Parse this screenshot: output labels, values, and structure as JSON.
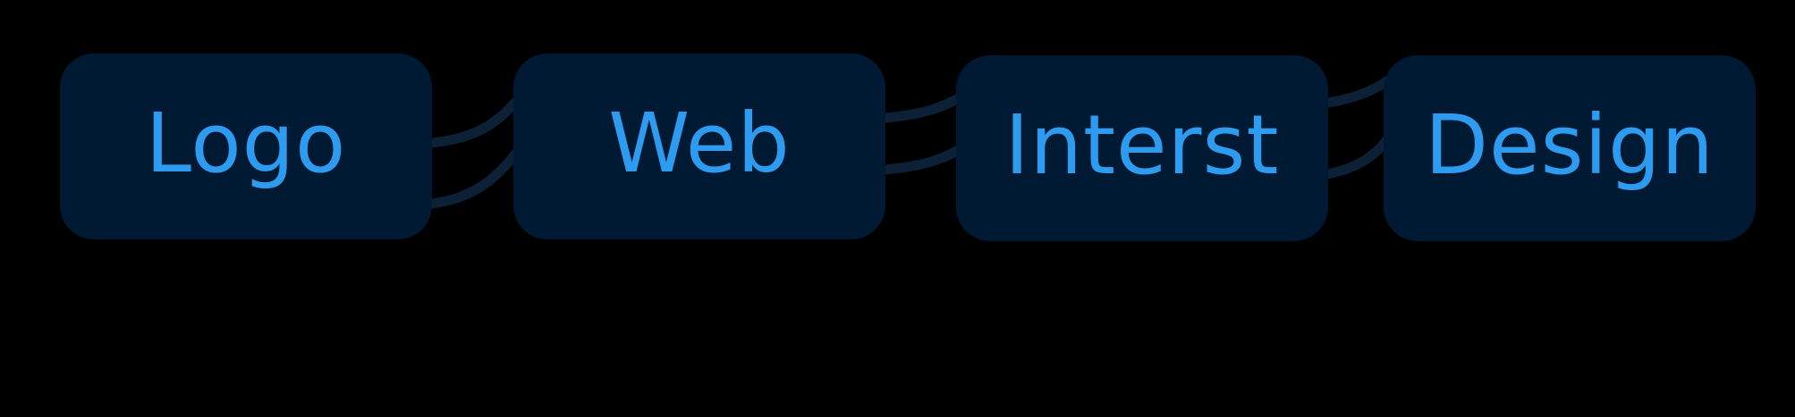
{
  "colors": {
    "background": "#000000",
    "node_fill": "#001a33",
    "node_text": "#2d9bef",
    "connector": "#0c2036"
  },
  "diagram": {
    "nodes": [
      {
        "id": "logo",
        "label": "Logo"
      },
      {
        "id": "web",
        "label": "Web"
      },
      {
        "id": "interst",
        "label": "Interst"
      },
      {
        "id": "design",
        "label": "Design"
      }
    ],
    "edges": [
      {
        "from": "logo",
        "to": "web"
      },
      {
        "from": "logo",
        "to": "web"
      },
      {
        "from": "web",
        "to": "interst"
      },
      {
        "from": "web",
        "to": "interst"
      },
      {
        "from": "interst",
        "to": "design"
      },
      {
        "from": "interst",
        "to": "design"
      }
    ]
  }
}
